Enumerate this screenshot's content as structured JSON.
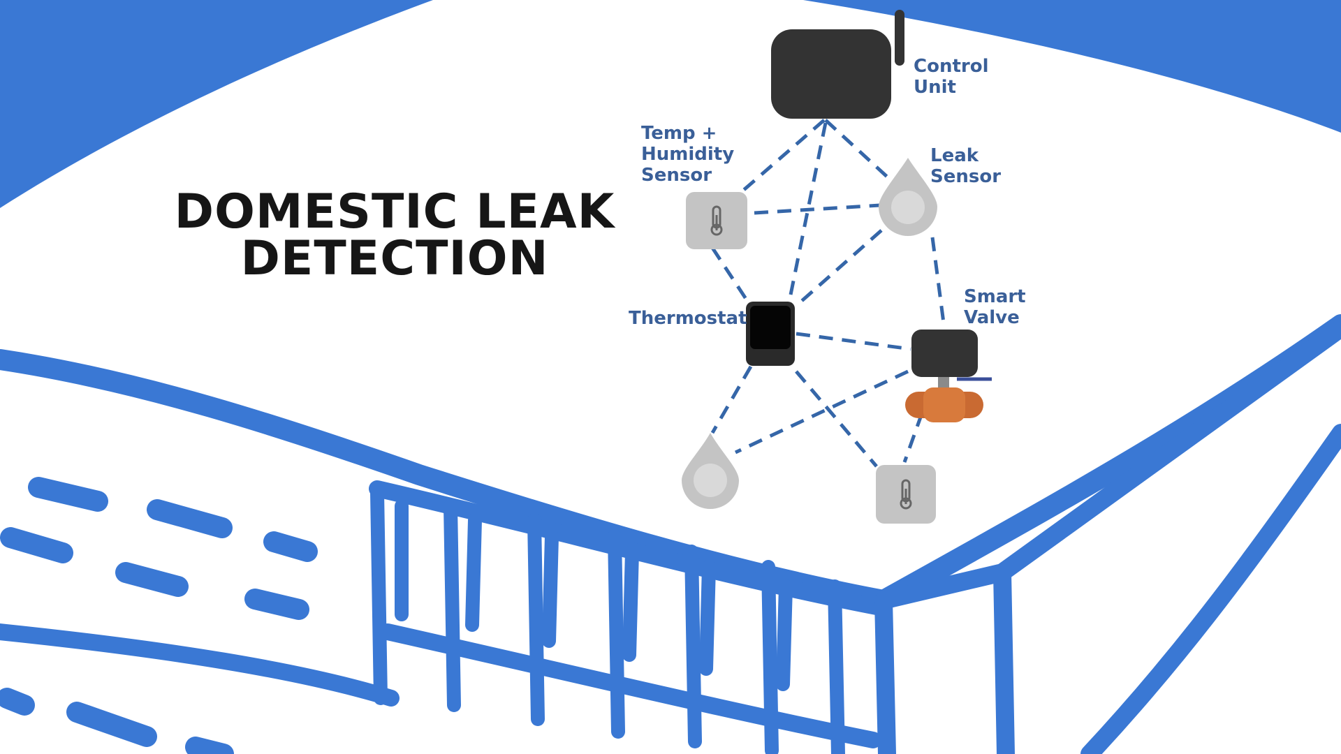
{
  "title": {
    "line1": "DOMESTIC LEAK",
    "line2": "DETECTION"
  },
  "nodes": {
    "control_unit": {
      "line1": "Control",
      "line2": "Unit"
    },
    "temp_humidity_sensor": {
      "line1": "Temp +",
      "line2": "Humidity",
      "line3": "Sensor"
    },
    "leak_sensor": {
      "line1": "Leak",
      "line2": "Sensor"
    },
    "thermostat": {
      "line1": "Thermostat"
    },
    "smart_valve": {
      "line1": "Smart",
      "line2": "Valve"
    }
  },
  "colors": {
    "background": "#ffffff",
    "accent_blue": "#3a78d4",
    "label_blue": "#3a5f98",
    "link_blue": "#3566a8",
    "device_dark": "#333333",
    "sensor_gray": "#c4c4c4",
    "valve_orange": "#c96a32",
    "title_black": "#161616"
  }
}
